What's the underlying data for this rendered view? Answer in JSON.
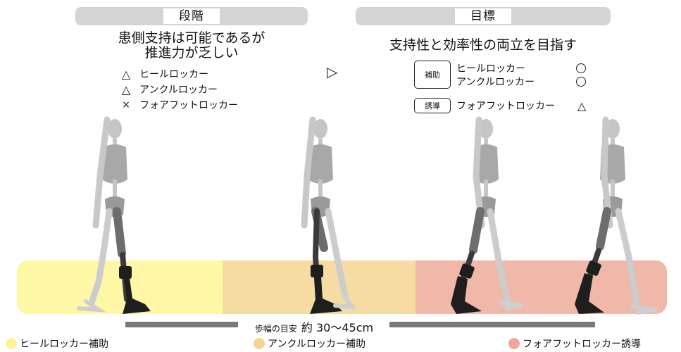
{
  "left_section": {
    "header": "段階",
    "heading_line1": "患側支持は可能であるが",
    "heading_line2": "推進力が乏しい",
    "rows": [
      {
        "symbol": "△",
        "label": "ヒールロッカー"
      },
      {
        "symbol": "△",
        "label": "アンクルロッカー"
      },
      {
        "symbol": "×",
        "label": "フォアフットロッカー"
      }
    ]
  },
  "arrow_symbol": "▷",
  "right_section": {
    "header": "目標",
    "heading": "支持性と効率性の両立を目指す",
    "assist_tag": "補助",
    "induce_tag": "誘導",
    "rows": [
      {
        "label": "ヒールロッカー",
        "mark": "circle"
      },
      {
        "label": "アンクルロッカー",
        "mark": "circle"
      },
      {
        "label": "フォアフットロッカー",
        "mark_text": "△"
      }
    ]
  },
  "zones": [
    {
      "label": "ヒールロッカー補助",
      "color": "#fdf7a6"
    },
    {
      "label": "アンクルロッカー補助",
      "color": "#f6dba2"
    },
    {
      "label": "フォアフットロッカー誘導",
      "color": "#efb8a8"
    }
  ],
  "stride": {
    "label_small": "歩幅の目安",
    "label_main": "約 30〜45cm"
  },
  "colors": {
    "pill_bg": "#d4d4d4",
    "bone_light": "#c9c9c9",
    "bone_mid": "#a5a5a5",
    "bone_dark": "#707070",
    "orthosis": "#1e1e1e",
    "ruler": "#7a7a7a"
  }
}
